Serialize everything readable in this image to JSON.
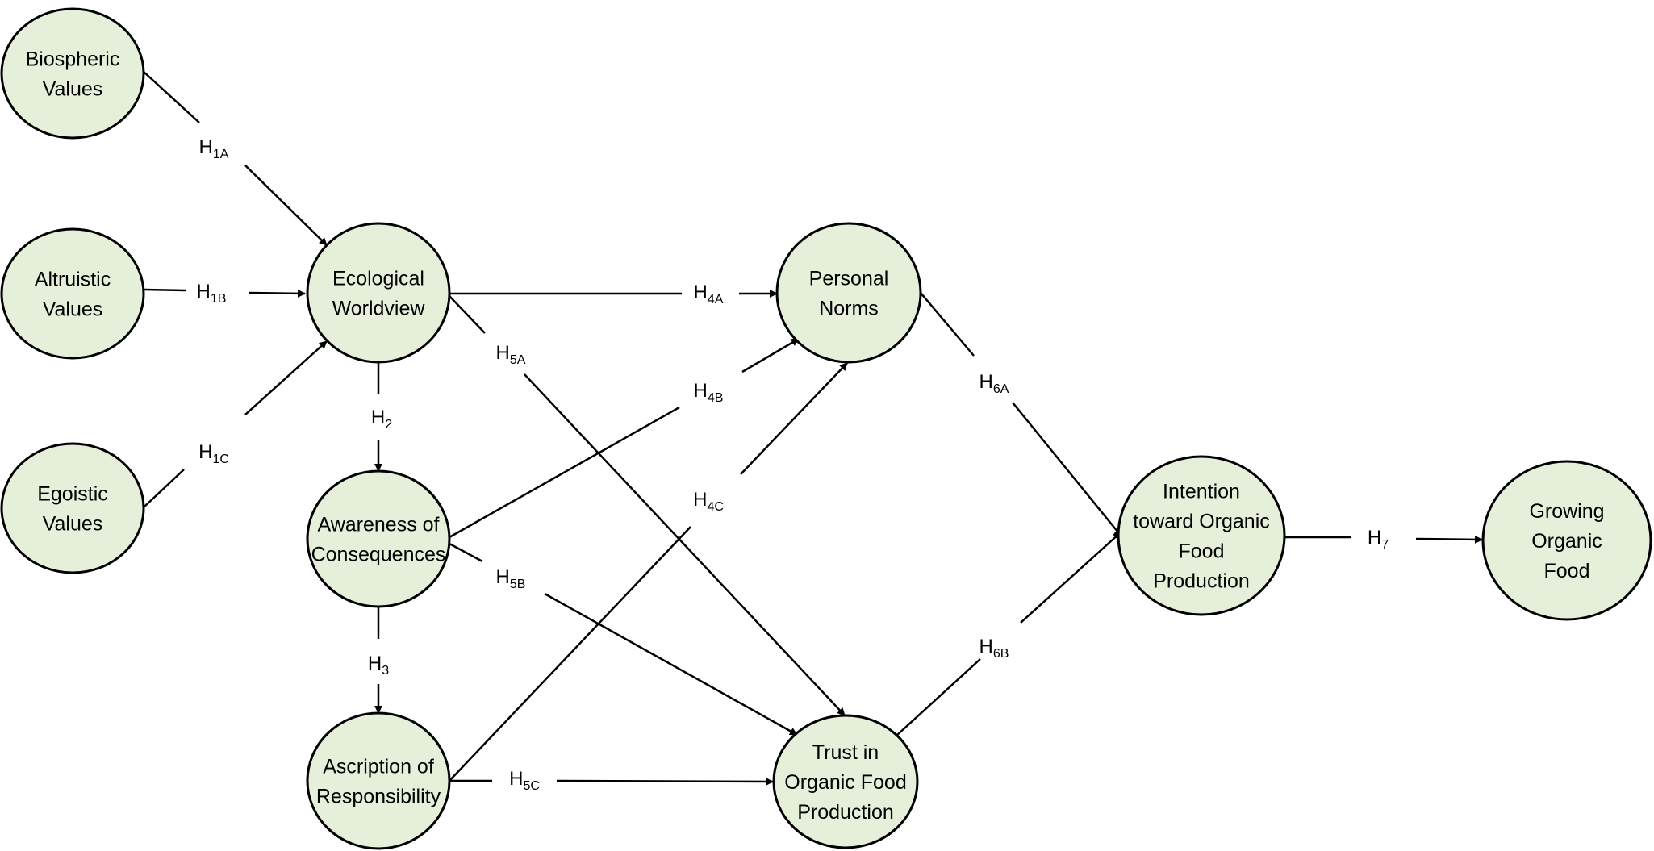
{
  "colors": {
    "node_fill": "#e6efda",
    "node_stroke": "#000000",
    "edge": "#000000",
    "text": "#000000"
  },
  "nodes": {
    "biospheric": {
      "lines": [
        "Biospheric",
        "Values"
      ]
    },
    "altruistic": {
      "lines": [
        "Altruistic",
        "Values"
      ]
    },
    "egoistic": {
      "lines": [
        "Egoistic",
        "Values"
      ]
    },
    "ecological": {
      "lines": [
        "Ecological",
        "Worldview"
      ]
    },
    "awareness": {
      "lines": [
        "Awareness of",
        "Consequences"
      ]
    },
    "ascription": {
      "lines": [
        "Ascription of",
        "Responsibility"
      ]
    },
    "personal": {
      "lines": [
        "Personal",
        "Norms"
      ]
    },
    "trust": {
      "lines": [
        "Trust in",
        "Organic Food",
        "Production"
      ]
    },
    "intention": {
      "lines": [
        "Intention",
        "toward Organic",
        "Food",
        "Production"
      ]
    },
    "growing": {
      "lines": [
        "Growing",
        "Organic",
        "Food"
      ]
    }
  },
  "edges": {
    "h1a": {
      "from": "biospheric",
      "to": "ecological",
      "label": "H",
      "sub": "1A"
    },
    "h1b": {
      "from": "altruistic",
      "to": "ecological",
      "label": "H",
      "sub": "1B"
    },
    "h1c": {
      "from": "egoistic",
      "to": "ecological",
      "label": "H",
      "sub": "1C"
    },
    "h2": {
      "from": "ecological",
      "to": "awareness",
      "label": "H",
      "sub": "2"
    },
    "h3": {
      "from": "awareness",
      "to": "ascription",
      "label": "H",
      "sub": "3"
    },
    "h4a": {
      "from": "ecological",
      "to": "personal",
      "label": "H",
      "sub": "4A"
    },
    "h4b": {
      "from": "awareness",
      "to": "personal",
      "label": "H",
      "sub": "4B"
    },
    "h4c": {
      "from": "ascription",
      "to": "personal",
      "label": "H",
      "sub": "4C"
    },
    "h5a": {
      "from": "ecological",
      "to": "trust",
      "label": "H",
      "sub": "5A"
    },
    "h5b": {
      "from": "awareness",
      "to": "trust",
      "label": "H",
      "sub": "5B"
    },
    "h5c": {
      "from": "ascription",
      "to": "trust",
      "label": "H",
      "sub": "5C"
    },
    "h6a": {
      "from": "personal",
      "to": "intention",
      "label": "H",
      "sub": "6A"
    },
    "h6b": {
      "from": "trust",
      "to": "intention",
      "label": "H",
      "sub": "6B"
    },
    "h7": {
      "from": "intention",
      "to": "growing",
      "label": "H",
      "sub": "7"
    }
  }
}
